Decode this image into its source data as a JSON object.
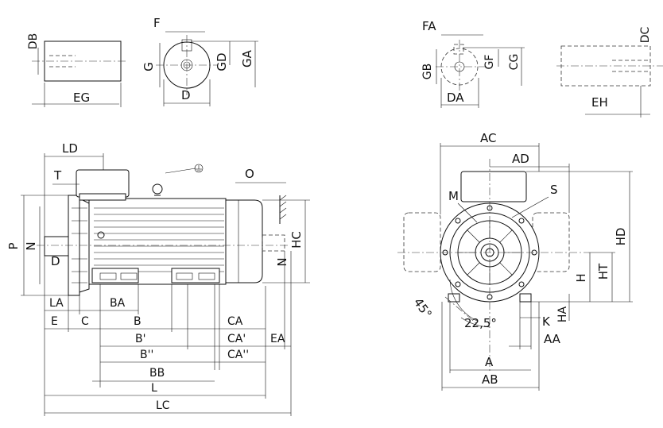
{
  "drawing": {
    "labels": {
      "DB": "DB",
      "EG": "EG",
      "F": "F",
      "G": "G",
      "GD": "GD",
      "GA": "GA",
      "D": "D",
      "FA": "FA",
      "GB": "GB",
      "GF": "GF",
      "CG": "CG",
      "DA": "DA",
      "DC": "DC",
      "EH": "EH",
      "LD": "LD",
      "T": "T",
      "O": "O",
      "P": "P",
      "N": "N",
      "D2": "D",
      "N2": "N",
      "HC": "HC",
      "LA": "LA",
      "BA": "BA",
      "E": "E",
      "C": "C",
      "B": "B",
      "CA": "CA",
      "B1": "B'",
      "CA1": "CA'",
      "EA": "EA",
      "B2": "B''",
      "CA2": "CA''",
      "BB": "BB",
      "L": "L",
      "LC": "LC",
      "AC": "AC",
      "AD": "AD",
      "M": "M",
      "S": "S",
      "HD": "HD",
      "HT": "HT",
      "H": "H",
      "HA": "HA",
      "K": "K",
      "AA": "AA",
      "A": "A",
      "AB": "AB",
      "angle45": "45°",
      "angle225": "22,5°"
    },
    "symbols": {
      "ground": "earth-ground-icon"
    }
  }
}
